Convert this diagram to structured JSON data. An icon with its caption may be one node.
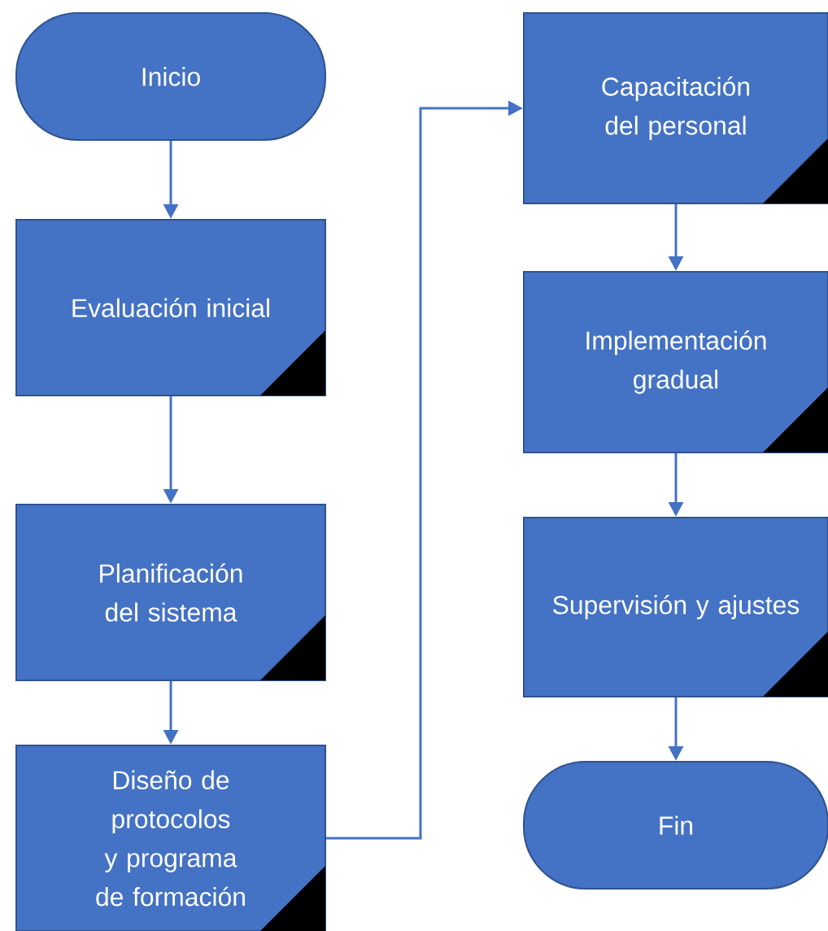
{
  "diagram": {
    "nodes": [
      {
        "text": [
          "Inicio"
        ]
      },
      {
        "text": [
          "Evaluación inicial"
        ]
      },
      {
        "text": [
          "Planificación del sistema"
        ]
      },
      {
        "text": [
          "Diseño de protocolos y programa de formación"
        ]
      },
      {
        "text": [
          "Capacitación del personal"
        ]
      },
      {
        "text": [
          "Implementación gradual"
        ]
      },
      {
        "text": [
          "Supervisión y ajustes"
        ]
      },
      {
        "text": [
          "Fin"
        ]
      }
    ],
    "edges": [
      {
        "from": 0,
        "to": 1,
        "arrow": "to"
      },
      {
        "from": 1,
        "to": 2,
        "arrow": "to"
      },
      {
        "from": 2,
        "to": 3,
        "arrow": "to"
      },
      {
        "from": 3,
        "to": 4,
        "arrow": "to"
      },
      {
        "from": 4,
        "to": 5,
        "arrow": "to"
      },
      {
        "from": 5,
        "to": 6,
        "arrow": "to"
      },
      {
        "from": 6,
        "to": 7,
        "arrow": "to"
      }
    ]
  }
}
